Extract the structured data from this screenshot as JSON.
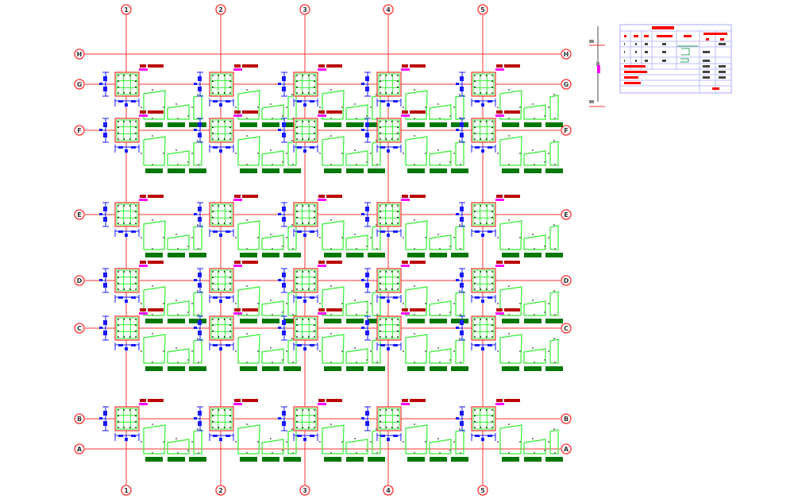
{
  "drawing": {
    "title": "Column reinforcement layout plan",
    "colors": {
      "grid": "#ff3030",
      "rebar": "#33ee33",
      "column_outline": "#ff3030",
      "dimension": "#1a1aff",
      "label_dark_red": "#bb0000",
      "label_magenta": "#ff00ff",
      "label_green": "#007700",
      "table_border": "#aaaaff",
      "table_red": "#ff0000",
      "table_gray": "#444444",
      "note_gray": "#888888"
    },
    "grid": {
      "columns": [
        {
          "label": "1"
        },
        {
          "label": "2"
        },
        {
          "label": "3"
        },
        {
          "label": "4"
        },
        {
          "label": "5"
        }
      ],
      "rows": [
        {
          "label": "H"
        },
        {
          "label": "G"
        },
        {
          "label": "F"
        },
        {
          "label": "E"
        },
        {
          "label": "D"
        },
        {
          "label": "C"
        },
        {
          "label": "B"
        },
        {
          "label": "A"
        }
      ]
    },
    "column_rows_with_details": [
      "G",
      "F",
      "E",
      "D",
      "C",
      "B"
    ],
    "detail_block": {
      "section_count": 3,
      "bar_count_per_side": 4
    },
    "legend_table": {
      "header_rows": 2,
      "body_rows": 3,
      "note_rows": 4
    }
  }
}
